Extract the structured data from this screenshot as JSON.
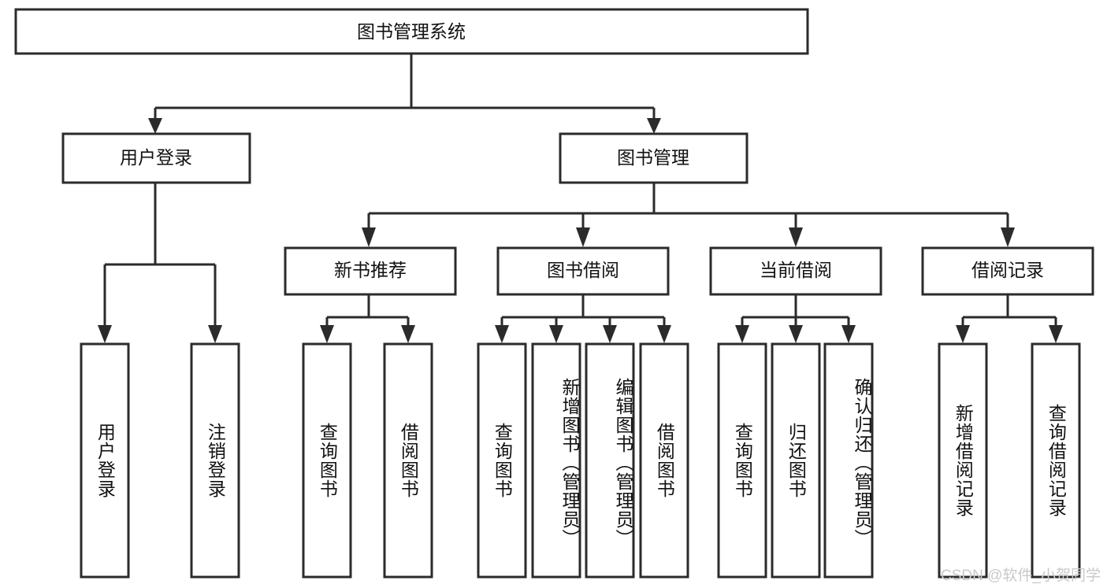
{
  "diagram": {
    "title": "图书管理系统",
    "type": "tree-hierarchy-chart",
    "root": {
      "id": "root",
      "label": "图书管理系统"
    },
    "level2": [
      {
        "id": "user-login",
        "label": "用户登录"
      },
      {
        "id": "book-manage",
        "label": "图书管理"
      }
    ],
    "level3": [
      {
        "id": "new-book-rec",
        "label": "新书推荐",
        "parent": "book-manage"
      },
      {
        "id": "book-borrow",
        "label": "图书借阅",
        "parent": "book-manage"
      },
      {
        "id": "current-borrow",
        "label": "当前借阅",
        "parent": "book-manage"
      },
      {
        "id": "borrow-record",
        "label": "借阅记录",
        "parent": "book-manage"
      }
    ],
    "leaves": [
      {
        "id": "leaf-user-login",
        "label": "用户登录",
        "parent": "user-login"
      },
      {
        "id": "leaf-logout",
        "label": "注销登录",
        "parent": "user-login"
      },
      {
        "id": "leaf-query-book-1",
        "label": "查询图书",
        "parent": "new-book-rec"
      },
      {
        "id": "leaf-borrow-book-1",
        "label": "借阅图书",
        "parent": "new-book-rec"
      },
      {
        "id": "leaf-query-book-2",
        "label": "查询图书",
        "parent": "book-borrow"
      },
      {
        "id": "leaf-add-book",
        "label": "新增图书（管理员）",
        "parent": "book-borrow"
      },
      {
        "id": "leaf-edit-book",
        "label": "编辑图书（管理员）",
        "parent": "book-borrow"
      },
      {
        "id": "leaf-borrow-book-2",
        "label": "借阅图书",
        "parent": "book-borrow"
      },
      {
        "id": "leaf-query-book-3",
        "label": "查询图书",
        "parent": "current-borrow"
      },
      {
        "id": "leaf-return-book",
        "label": "归还图书",
        "parent": "current-borrow"
      },
      {
        "id": "leaf-confirm-return",
        "label": "确认归还（管理员）",
        "parent": "current-borrow"
      },
      {
        "id": "leaf-add-record",
        "label": "新增借阅记录",
        "parent": "borrow-record"
      },
      {
        "id": "leaf-query-record",
        "label": "查询借阅记录",
        "parent": "borrow-record"
      }
    ],
    "watermark": "CSDN @软件_小贺同学",
    "colors": {
      "stroke": "#2b2b2b",
      "fill": "#ffffff",
      "text": "#111111",
      "watermark": "#c9c9c9"
    }
  }
}
